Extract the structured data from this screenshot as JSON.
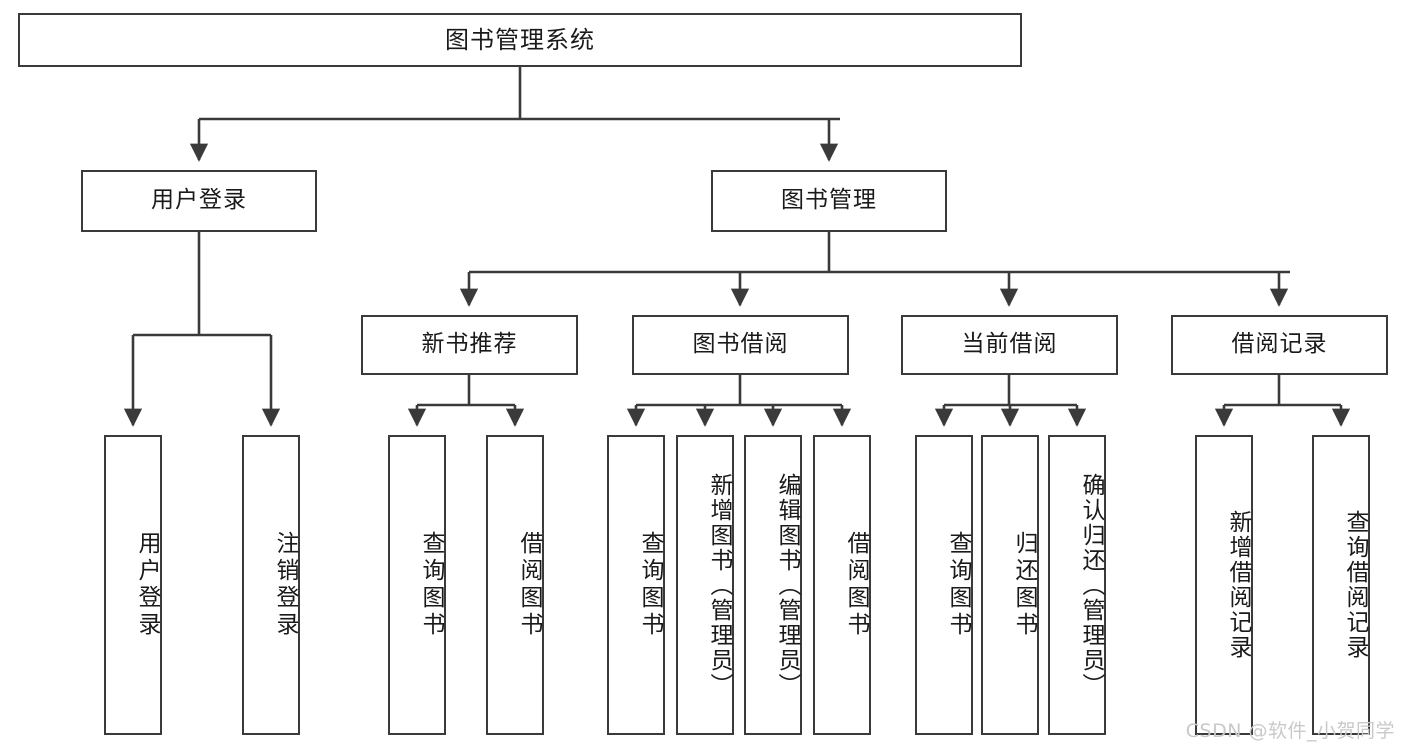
{
  "diagram": {
    "title": "图书管理系统",
    "type": "tree-hierarchy",
    "watermark": "CSDN @软件_小贺同学",
    "colors": {
      "box_border": "#3a3a3a",
      "box_fill": "#ffffff",
      "edge": "#3a3a3a",
      "text": "#1a1a1a",
      "watermark": "#c9c9c9"
    },
    "nodes": {
      "root": {
        "label": "图书管理系统"
      },
      "level2": [
        {
          "label": "用户登录"
        },
        {
          "label": "图书管理"
        }
      ],
      "level3": [
        {
          "label": "新书推荐"
        },
        {
          "label": "图书借阅"
        },
        {
          "label": "当前借阅"
        },
        {
          "label": "借阅记录"
        }
      ],
      "leaves": {
        "user_login": [
          {
            "label": "用户登录"
          },
          {
            "label": "注销登录"
          }
        ],
        "new_book": [
          {
            "label": "查询图书"
          },
          {
            "label": "借阅图书"
          }
        ],
        "book_borrow": [
          {
            "label": "查询图书"
          },
          {
            "label": "新增图书（管理员）"
          },
          {
            "label": "编辑图书（管理员）"
          },
          {
            "label": "借阅图书"
          }
        ],
        "current_borrow": [
          {
            "label": "查询图书"
          },
          {
            "label": "归还图书"
          },
          {
            "label": "确认归还（管理员）"
          }
        ],
        "borrow_record": [
          {
            "label": "新增借阅记录"
          },
          {
            "label": "查询借阅记录"
          }
        ]
      }
    }
  }
}
